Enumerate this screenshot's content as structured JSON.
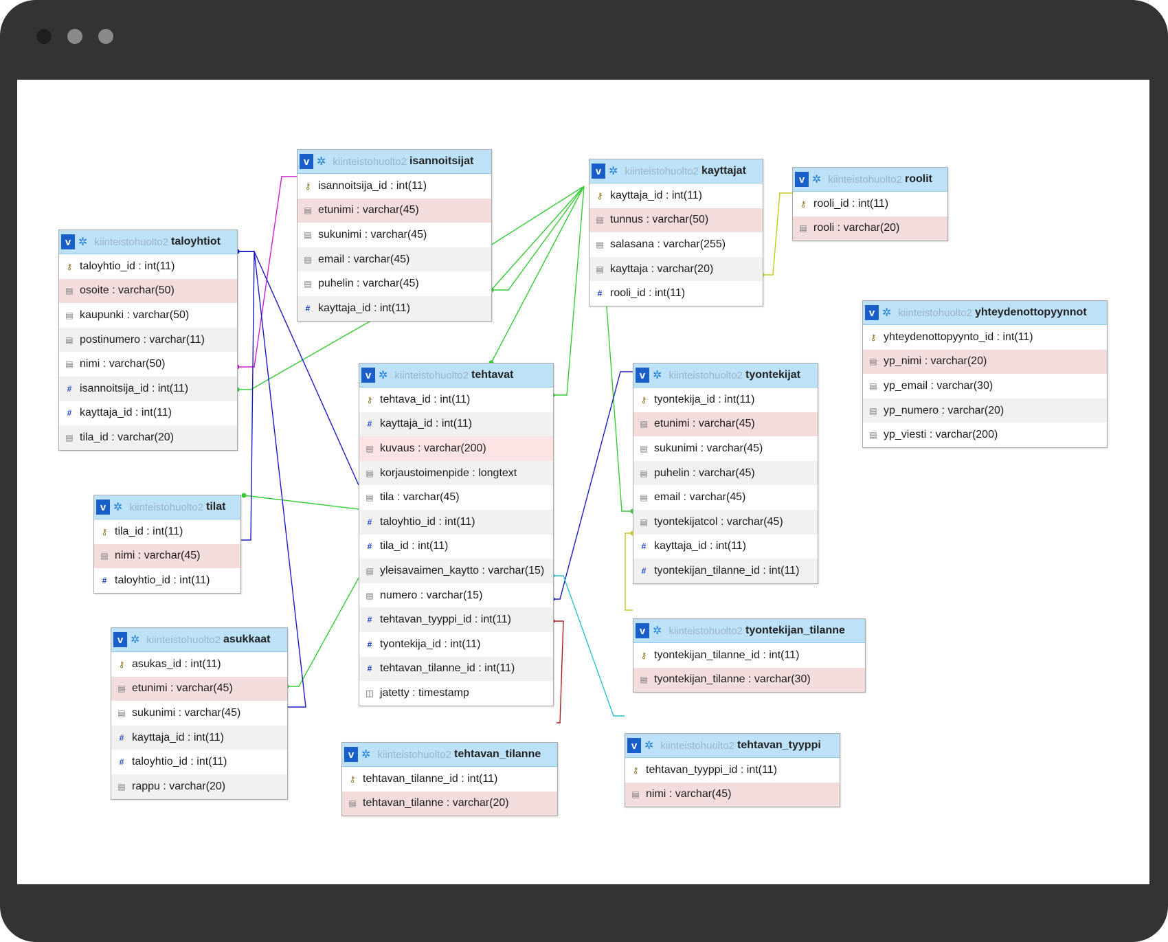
{
  "window": {
    "controls": [
      {
        "name": "close",
        "color": "#1f1f1f"
      },
      {
        "name": "minimize",
        "color": "#8a8a8a"
      },
      {
        "name": "maximize",
        "color": "#8a8a8a"
      }
    ]
  },
  "diagram": {
    "database": "kiinteistohuolto2",
    "tables": {
      "isannoitsijat": {
        "name": "isannoitsijat",
        "columns": [
          {
            "name": "isannoitsija_id",
            "type": "int(11)",
            "icon": "key-icon"
          },
          {
            "name": "etunimi",
            "type": "varchar(45)",
            "icon": "text-icon"
          },
          {
            "name": "sukunimi",
            "type": "varchar(45)",
            "icon": "text-icon"
          },
          {
            "name": "email",
            "type": "varchar(45)",
            "icon": "text-icon"
          },
          {
            "name": "puhelin",
            "type": "varchar(45)",
            "icon": "text-icon"
          },
          {
            "name": "kayttaja_id",
            "type": "int(11)",
            "icon": "number-icon"
          }
        ]
      },
      "kayttajat": {
        "name": "kayttajat",
        "columns": [
          {
            "name": "kayttaja_id",
            "type": "int(11)",
            "icon": "key-icon"
          },
          {
            "name": "tunnus",
            "type": "varchar(50)",
            "icon": "text-icon"
          },
          {
            "name": "salasana",
            "type": "varchar(255)",
            "icon": "text-icon"
          },
          {
            "name": "kayttaja",
            "type": "varchar(20)",
            "icon": "text-icon"
          },
          {
            "name": "rooli_id",
            "type": "int(11)",
            "icon": "number-icon"
          }
        ]
      },
      "roolit": {
        "name": "roolit",
        "columns": [
          {
            "name": "rooli_id",
            "type": "int(11)",
            "icon": "key-icon"
          },
          {
            "name": "rooli",
            "type": "varchar(20)",
            "icon": "text-icon"
          }
        ]
      },
      "taloyhtiot": {
        "name": "taloyhtiot",
        "columns": [
          {
            "name": "taloyhtio_id",
            "type": "int(11)",
            "icon": "key-icon"
          },
          {
            "name": "osoite",
            "type": "varchar(50)",
            "icon": "text-icon"
          },
          {
            "name": "kaupunki",
            "type": "varchar(50)",
            "icon": "text-icon"
          },
          {
            "name": "postinumero",
            "type": "varchar(11)",
            "icon": "text-icon"
          },
          {
            "name": "nimi",
            "type": "varchar(50)",
            "icon": "text-icon"
          },
          {
            "name": "isannoitsija_id",
            "type": "int(11)",
            "icon": "number-icon"
          },
          {
            "name": "kayttaja_id",
            "type": "int(11)",
            "icon": "number-icon"
          },
          {
            "name": "tila_id",
            "type": "varchar(20)",
            "icon": "text-icon"
          }
        ]
      },
      "yhteydenottopyynnot": {
        "name": "yhteydenottopyynnot",
        "columns": [
          {
            "name": "yhteydenottopyynto_id",
            "type": "int(11)",
            "icon": "key-icon"
          },
          {
            "name": "yp_nimi",
            "type": "varchar(20)",
            "icon": "text-icon"
          },
          {
            "name": "yp_email",
            "type": "varchar(30)",
            "icon": "text-icon"
          },
          {
            "name": "yp_numero",
            "type": "varchar(20)",
            "icon": "text-icon"
          },
          {
            "name": "yp_viesti",
            "type": "varchar(200)",
            "icon": "text-icon"
          }
        ]
      },
      "tehtavat": {
        "name": "tehtavat",
        "columns": [
          {
            "name": "tehtava_id",
            "type": "int(11)",
            "icon": "key-icon"
          },
          {
            "name": "kayttaja_id",
            "type": "int(11)",
            "icon": "number-icon"
          },
          {
            "name": "kuvaus",
            "type": "varchar(200)",
            "icon": "text-icon"
          },
          {
            "name": "korjaustoimenpide",
            "type": "longtext",
            "icon": "text-icon"
          },
          {
            "name": "tila",
            "type": "varchar(45)",
            "icon": "text-icon"
          },
          {
            "name": "taloyhtio_id",
            "type": "int(11)",
            "icon": "number-icon"
          },
          {
            "name": "tila_id",
            "type": "int(11)",
            "icon": "number-icon"
          },
          {
            "name": "yleisavaimen_kaytto",
            "type": "varchar(15)",
            "icon": "text-icon"
          },
          {
            "name": "numero",
            "type": "varchar(15)",
            "icon": "text-icon"
          },
          {
            "name": "tehtavan_tyyppi_id",
            "type": "int(11)",
            "icon": "number-icon"
          },
          {
            "name": "tyontekija_id",
            "type": "int(11)",
            "icon": "number-icon"
          },
          {
            "name": "tehtavan_tilanne_id",
            "type": "int(11)",
            "icon": "number-icon"
          },
          {
            "name": "jatetty",
            "type": "timestamp",
            "icon": "timestamp-icon"
          }
        ]
      },
      "tyontekijat": {
        "name": "tyontekijat",
        "columns": [
          {
            "name": "tyontekija_id",
            "type": "int(11)",
            "icon": "key-icon"
          },
          {
            "name": "etunimi",
            "type": "varchar(45)",
            "icon": "text-icon"
          },
          {
            "name": "sukunimi",
            "type": "varchar(45)",
            "icon": "text-icon"
          },
          {
            "name": "puhelin",
            "type": "varchar(45)",
            "icon": "text-icon"
          },
          {
            "name": "email",
            "type": "varchar(45)",
            "icon": "text-icon"
          },
          {
            "name": "tyontekijatcol",
            "type": "varchar(45)",
            "icon": "text-icon"
          },
          {
            "name": "kayttaja_id",
            "type": "int(11)",
            "icon": "number-icon"
          },
          {
            "name": "tyontekijan_tilanne_id",
            "type": "int(11)",
            "icon": "number-icon"
          }
        ]
      },
      "tilat": {
        "name": "tilat",
        "columns": [
          {
            "name": "tila_id",
            "type": "int(11)",
            "icon": "key-icon"
          },
          {
            "name": "nimi",
            "type": "varchar(45)",
            "icon": "text-icon"
          },
          {
            "name": "taloyhtio_id",
            "type": "int(11)",
            "icon": "number-icon"
          }
        ]
      },
      "asukkaat": {
        "name": "asukkaat",
        "columns": [
          {
            "name": "asukas_id",
            "type": "int(11)",
            "icon": "key-icon"
          },
          {
            "name": "etunimi",
            "type": "varchar(45)",
            "icon": "text-icon"
          },
          {
            "name": "sukunimi",
            "type": "varchar(45)",
            "icon": "text-icon"
          },
          {
            "name": "kayttaja_id",
            "type": "int(11)",
            "icon": "number-icon"
          },
          {
            "name": "taloyhtio_id",
            "type": "int(11)",
            "icon": "number-icon"
          },
          {
            "name": "rappu",
            "type": "varchar(20)",
            "icon": "text-icon"
          }
        ]
      },
      "tyontekijan_tilanne": {
        "name": "tyontekijan_tilanne",
        "columns": [
          {
            "name": "tyontekijan_tilanne_id",
            "type": "int(11)",
            "icon": "key-icon"
          },
          {
            "name": "tyontekijan_tilanne",
            "type": "varchar(30)",
            "icon": "text-icon"
          }
        ]
      },
      "tehtavan_tilanne": {
        "name": "tehtavan_tilanne",
        "columns": [
          {
            "name": "tehtavan_tilanne_id",
            "type": "int(11)",
            "icon": "key-icon"
          },
          {
            "name": "tehtavan_tilanne",
            "type": "varchar(20)",
            "icon": "text-icon"
          }
        ]
      },
      "tehtavan_tyyppi": {
        "name": "tehtavan_tyyppi",
        "columns": [
          {
            "name": "tehtavan_tyyppi_id",
            "type": "int(11)",
            "icon": "key-icon"
          },
          {
            "name": "nimi",
            "type": "varchar(45)",
            "icon": "text-icon"
          }
        ]
      }
    },
    "relation_colors": {
      "magenta": "#d11ad1",
      "green": "#33cc33",
      "blue": "#1a1ac8",
      "yellow": "#c8c81a",
      "cyan": "#22c4d4",
      "red": "#b01a1a"
    }
  }
}
